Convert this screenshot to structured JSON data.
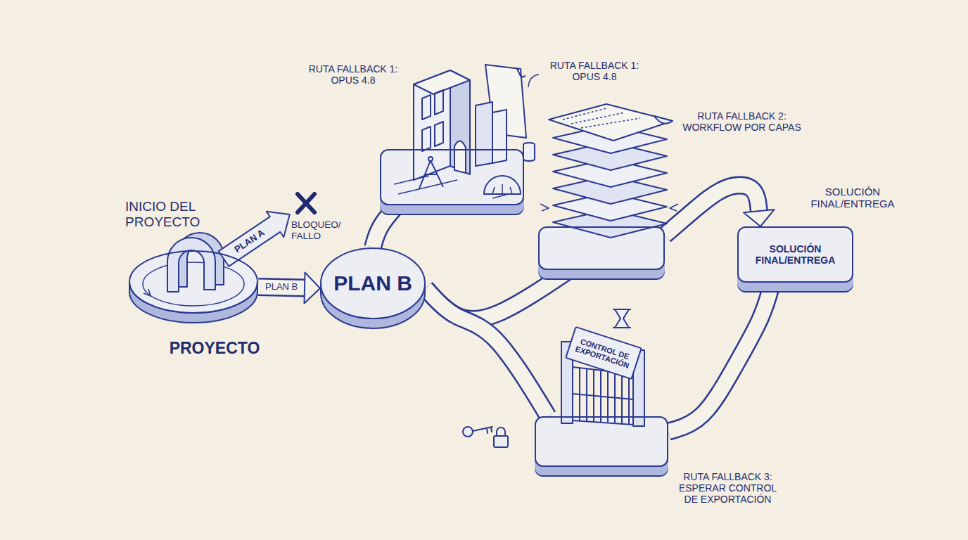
{
  "diagram": {
    "nodes": [
      {
        "text": [
          "INICIO DEL PROYECTO",
          "PROYECTO"
        ]
      },
      {
        "text": [
          "PLAN B"
        ]
      },
      {
        "text": [
          "RUTA FALLBACK 1: OPUS 4.8"
        ]
      },
      {
        "text": [
          "RUTA FALLBACK 2: WORKFLOW POR CAPAS"
        ]
      },
      {
        "text": [
          "SOLUCIÓN FINAL/ENTREGA",
          "SOLUCIÓN FINAL/ENTREGA"
        ]
      },
      {
        "text": [
          "RUTA FALLBACK 3: ESPERAR CONTROL DE EXPORTACIÓN"
        ]
      },
      {
        "text": [
          "CONTROL DE EXPORTACIÓN"
        ]
      }
    ],
    "edges": [
      {
        "from": 0,
        "to": 1,
        "arrow": "to",
        "label": "PLAN B"
      },
      {
        "from": 1,
        "to": 2,
        "arrow": "none"
      },
      {
        "from": 1,
        "to": 3,
        "arrow": "none"
      },
      {
        "from": 1,
        "to": 5,
        "arrow": "none"
      },
      {
        "from": 3,
        "to": 4,
        "arrow": "to"
      },
      {
        "from": 5,
        "to": 4,
        "arrow": "none"
      }
    ],
    "labels": [
      "PLAN A",
      "BLOQUEO/ FALLO",
      "RUTA FALLBACK 1: OPUS 4.8"
    ]
  }
}
